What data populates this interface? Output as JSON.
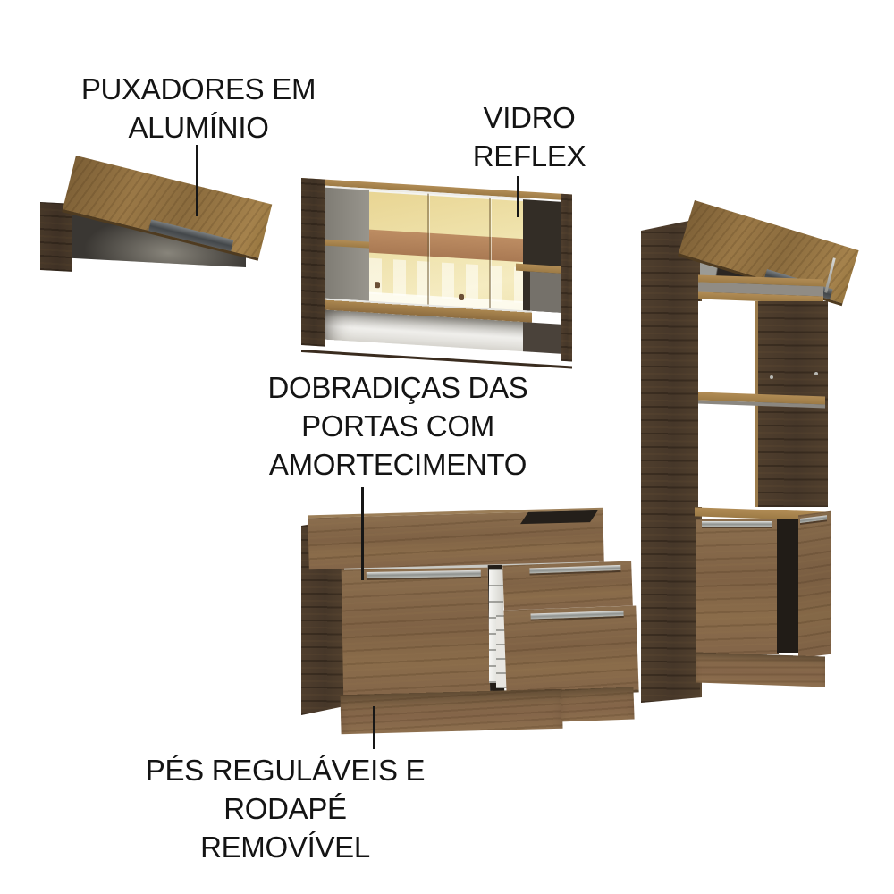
{
  "annotations": {
    "handles": {
      "lines": [
        "PUXADORES EM",
        "ALUMÍNIO"
      ]
    },
    "glass": {
      "lines": [
        "VIDRO",
        "REFLEX"
      ]
    },
    "hinges": {
      "lines": [
        "DOBRADIÇAS DAS",
        "PORTAS COM",
        "AMORTECIMENTO"
      ]
    },
    "feet": {
      "lines": [
        "PÉS REGULÁVEIS E",
        "RODAPÉ REMOVÍVEL"
      ]
    }
  },
  "colors": {
    "ink": "#161616",
    "background": "#ffffff",
    "wood_dark": "#4a3a2b",
    "wood_rustic": "#85684a",
    "wood_flip_door": "#8f7142",
    "wood_shelf_edge": "#a8854f",
    "aluminum_handle_dark": "#55585a",
    "aluminum_handle_silver": "#b9bbb6",
    "glass_amber": "#eedda2",
    "glass_band": "#b3815b",
    "drawer_interior": "#f0efeb"
  }
}
